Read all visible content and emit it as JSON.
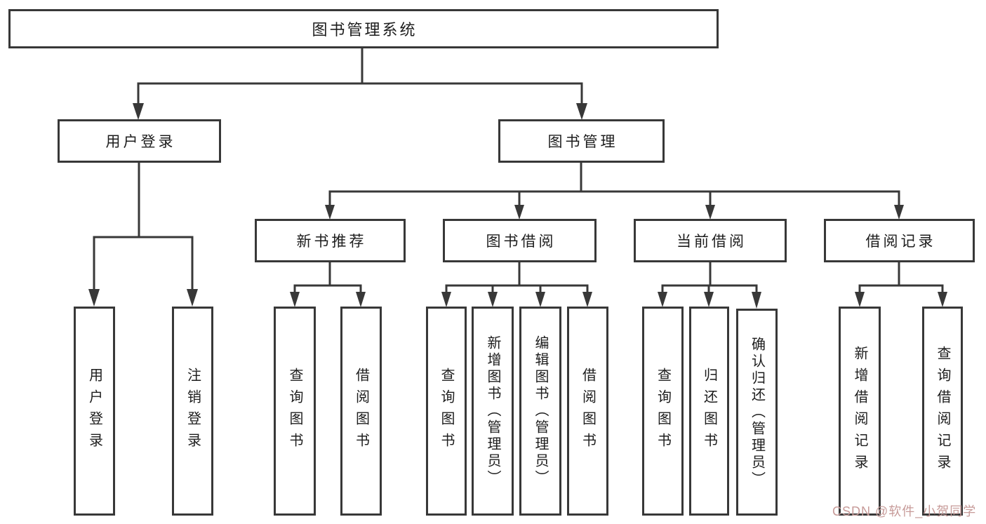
{
  "diagram": {
    "root": {
      "label": "图书管理系统"
    },
    "branches": {
      "user_login": {
        "label": "用户登录",
        "children": [
          {
            "label": "用户登录"
          },
          {
            "label": "注销登录"
          }
        ]
      },
      "book_management": {
        "label": "图书管理",
        "children": [
          {
            "label": "新书推荐",
            "children": [
              {
                "label": "查询图书"
              },
              {
                "label": "借阅图书"
              }
            ]
          },
          {
            "label": "图书借阅",
            "children": [
              {
                "label": "查询图书"
              },
              {
                "label": "新增图书（管理员）"
              },
              {
                "label": "编辑图书（管理员）"
              },
              {
                "label": "借阅图书"
              }
            ]
          },
          {
            "label": "当前借阅",
            "children": [
              {
                "label": "查询图书"
              },
              {
                "label": "归还图书"
              },
              {
                "label": "确认归还（管理员）"
              }
            ]
          },
          {
            "label": "借阅记录",
            "children": [
              {
                "label": "新增借阅记录"
              },
              {
                "label": "查询借阅记录"
              }
            ]
          }
        ]
      }
    }
  },
  "watermark": {
    "text": "CSDN @软件_小贺同学"
  },
  "colors": {
    "line": "#383838",
    "text": "#1d1d1d",
    "background": "#ffffff",
    "watermark": "#c79b99"
  }
}
